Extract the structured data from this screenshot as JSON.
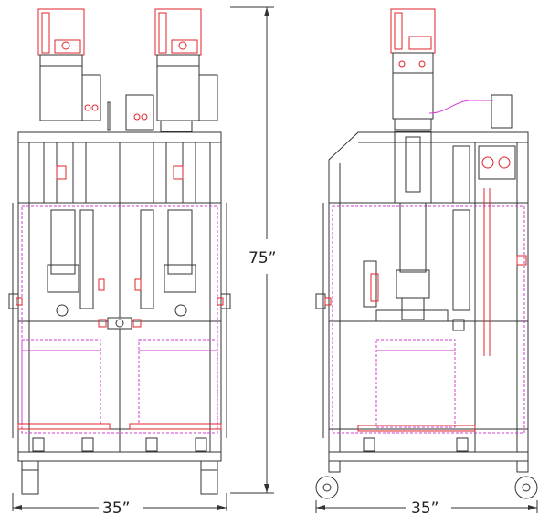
{
  "dimensions": {
    "height_label": "75”",
    "front_width_label": "35”",
    "side_width_label": "35”"
  },
  "colors": {
    "outline": "#333333",
    "red_parts": "#e0242b",
    "magenta_parts": "#d23cd2"
  }
}
